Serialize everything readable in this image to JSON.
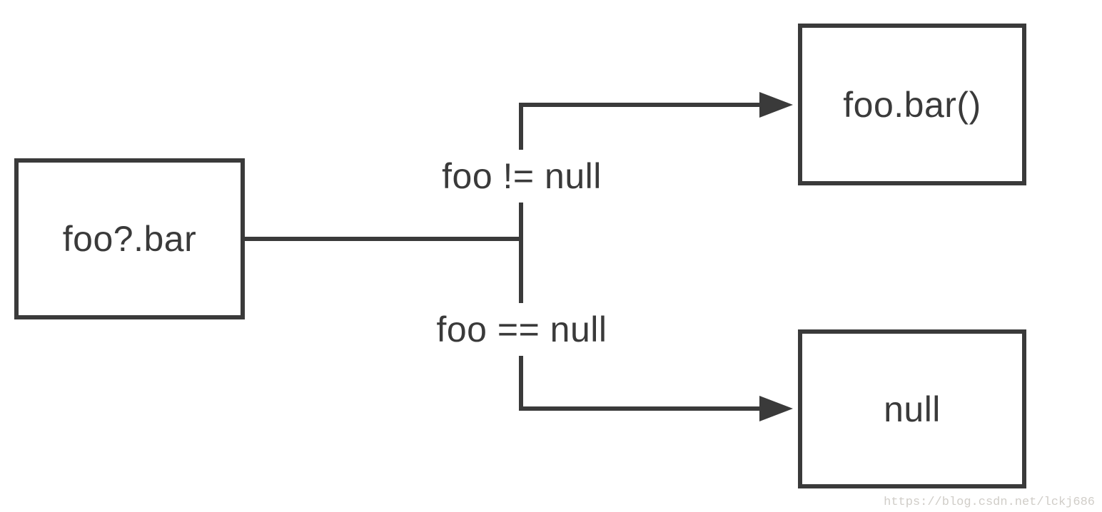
{
  "diagram": {
    "title_semantics": "safe navigation operator flow",
    "nodes": {
      "source": {
        "label": "foo?.bar"
      },
      "result_not_null": {
        "label": "foo.bar()"
      },
      "result_null": {
        "label": "null"
      }
    },
    "branches": {
      "top": {
        "condition_label": "foo != null"
      },
      "bottom": {
        "condition_label": "foo == null"
      }
    },
    "colors": {
      "stroke": "#3a3a3a",
      "node_border": "#3a3a3a",
      "label_text": "#3a3a3a",
      "background": "#ffffff",
      "watermark_text": "#d0cdc8"
    }
  },
  "watermark": {
    "text": "https://blog.csdn.net/lckj686"
  }
}
